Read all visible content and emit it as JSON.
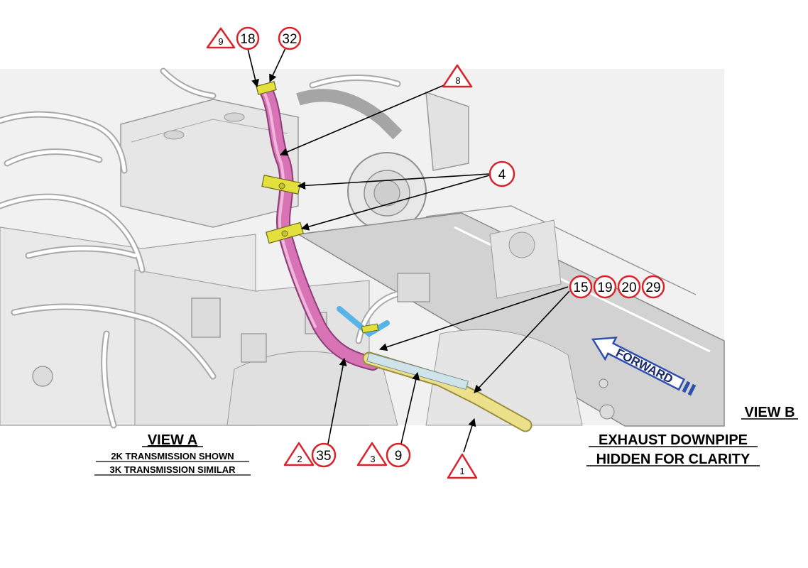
{
  "view_a": {
    "title": "VIEW A",
    "note_line1": "2K TRANSMISSION SHOWN",
    "note_line2": "3K TRANSMISSION SIMILAR"
  },
  "view_b": {
    "title": "VIEW B",
    "note_line1": "EXHAUST DOWNPIPE",
    "note_line2": "HIDDEN FOR CLARITY"
  },
  "forward_label": "FORWARD",
  "callouts": {
    "c18": "18",
    "c32": "32",
    "c4": "4",
    "c15": "15",
    "c19": "19",
    "c20": "20",
    "c29": "29",
    "c35": "35",
    "c9": "9"
  },
  "flags": {
    "t9": "9",
    "t8": "8",
    "t2": "2",
    "t3": "3",
    "t1": "1"
  },
  "colors": {
    "callout_ring": "#d9232b",
    "hose_pink": "#d873b6",
    "harness_yellow": "#ece08a",
    "clamp_yellow": "#e3df3d",
    "forward_arrow": "#2f4fb0",
    "accent_blue": "#58b4e6"
  }
}
